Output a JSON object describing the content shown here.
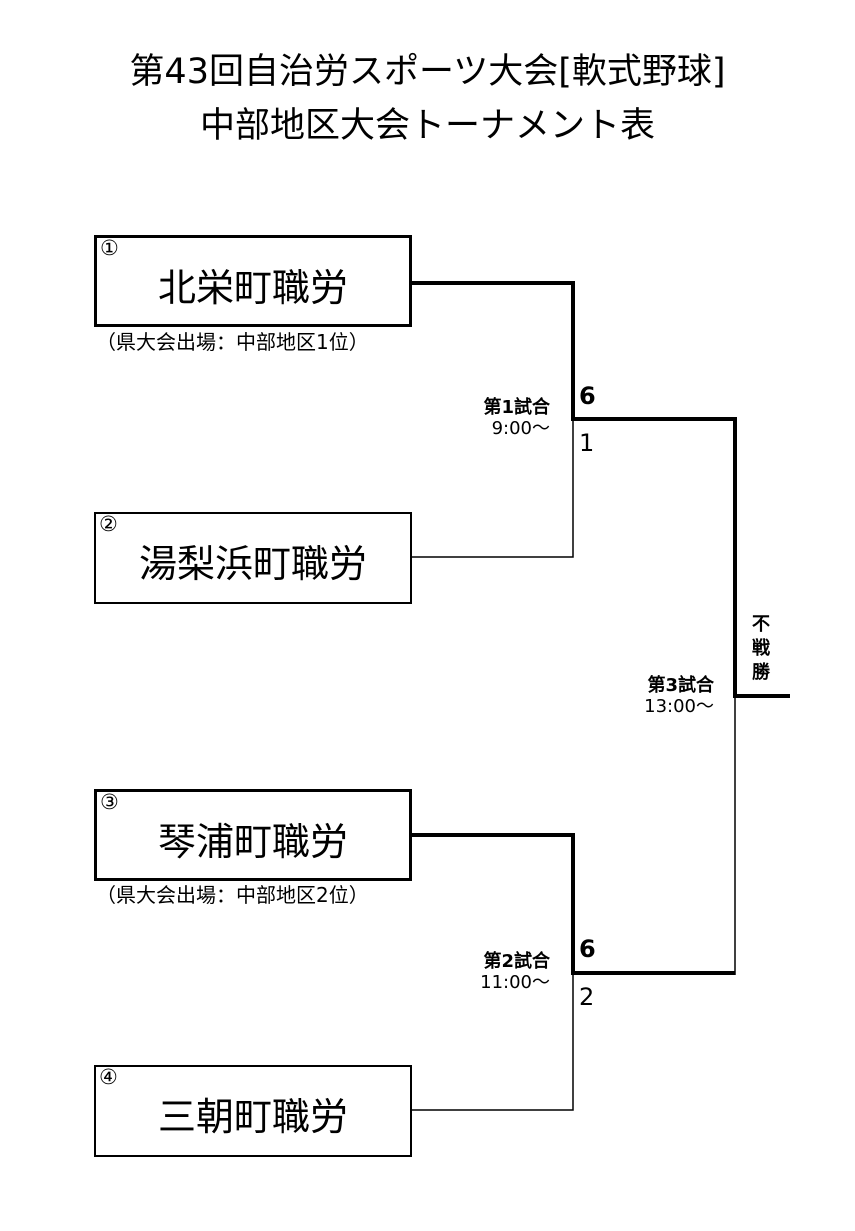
{
  "title_line1": "第43回自治労スポーツ大会[軟式野球]",
  "title_line2": "中部地区大会トーナメント表",
  "teams": [
    {
      "num": "①",
      "name": "北栄町職労",
      "note": "（県大会出場：中部地区1位）"
    },
    {
      "num": "②",
      "name": "湯梨浜町職労"
    },
    {
      "num": "③",
      "name": "琴浦町職労",
      "note": "（県大会出場：中部地区2位）"
    },
    {
      "num": "④",
      "name": "三朝町職労"
    }
  ],
  "matches": [
    {
      "label": "第1試合",
      "time": "9:00～",
      "score_win": "6",
      "score_lose": "1"
    },
    {
      "label": "第2試合",
      "time": "11:00～",
      "score_win": "6",
      "score_lose": "2"
    },
    {
      "label": "第3試合",
      "time": "13:00～",
      "result": "不\n戦\n勝"
    }
  ]
}
